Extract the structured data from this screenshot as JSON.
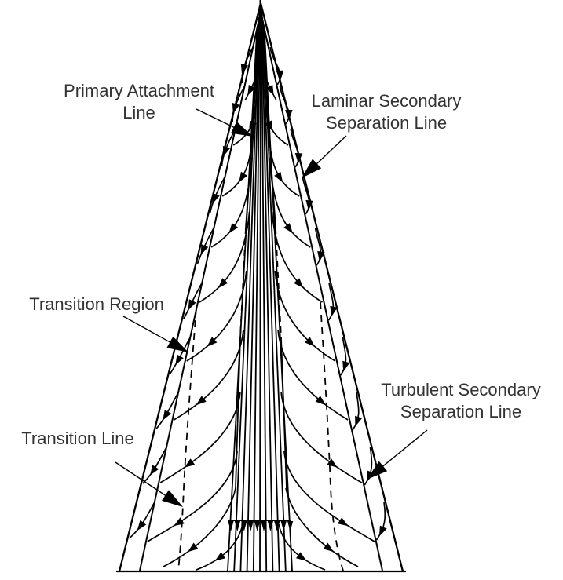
{
  "figure": {
    "background_color": "#ffffff",
    "ink_color": "#000000",
    "label_color": "#333333",
    "annotations": [
      {
        "id": "primary-attachment-line",
        "line1": "Primary Attachment",
        "line2": "Line"
      },
      {
        "id": "laminar-secondary-separation-line",
        "line1": "Laminar Secondary",
        "line2": "Separation Line"
      },
      {
        "id": "transition-region",
        "line1": "Transition Region",
        "line2": ""
      },
      {
        "id": "transition-line",
        "line1": "Transition Line",
        "line2": ""
      },
      {
        "id": "turbulent-secondary-separation-line",
        "line1": "Turbulent Secondary",
        "line2": "Separation Line"
      }
    ]
  }
}
